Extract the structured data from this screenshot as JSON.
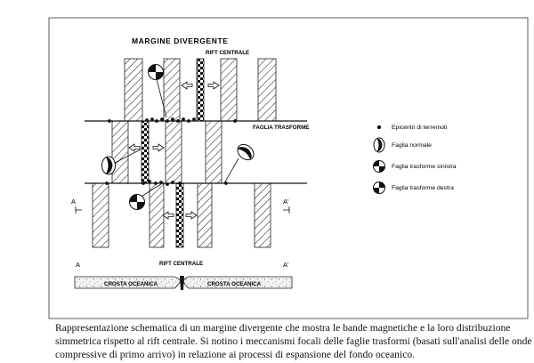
{
  "diagram": {
    "title": "MARGINE DIVERGENTE",
    "rift_label_top": "RIFT CENTRALE",
    "fault_label": "FAGLIA TRASFORME",
    "section_marker_left": "A",
    "section_marker_right": "A'",
    "profile_label": "RIFT CENTRALE",
    "profile_left": "A",
    "profile_right": "A'",
    "crust_left": "CROSTA OCEANICA",
    "crust_right": "CROSTA OCEANICA"
  },
  "legend": {
    "items": [
      {
        "label": "Epicentri di terremoti",
        "icon": "dot-icon"
      },
      {
        "label": "Faglia normale",
        "icon": "normal-fault-icon"
      },
      {
        "label": "Faglia trasforme sinistra",
        "icon": "left-lateral-fault-icon"
      },
      {
        "label": "Faglia trasforme destra",
        "icon": "right-lateral-fault-icon"
      }
    ]
  },
  "caption": {
    "text": "Rappresentazione schematica di un margine divergente che mostra le bande magnetiche e la loro distribuzione simmetrica rispetto al rift centrale. Si notino i meccanismi focali delle faglie trasformi (basati sull'analisi delle onde compressive di primo arrivo) in relazione ai processi di espansione del fondo oceanico."
  }
}
